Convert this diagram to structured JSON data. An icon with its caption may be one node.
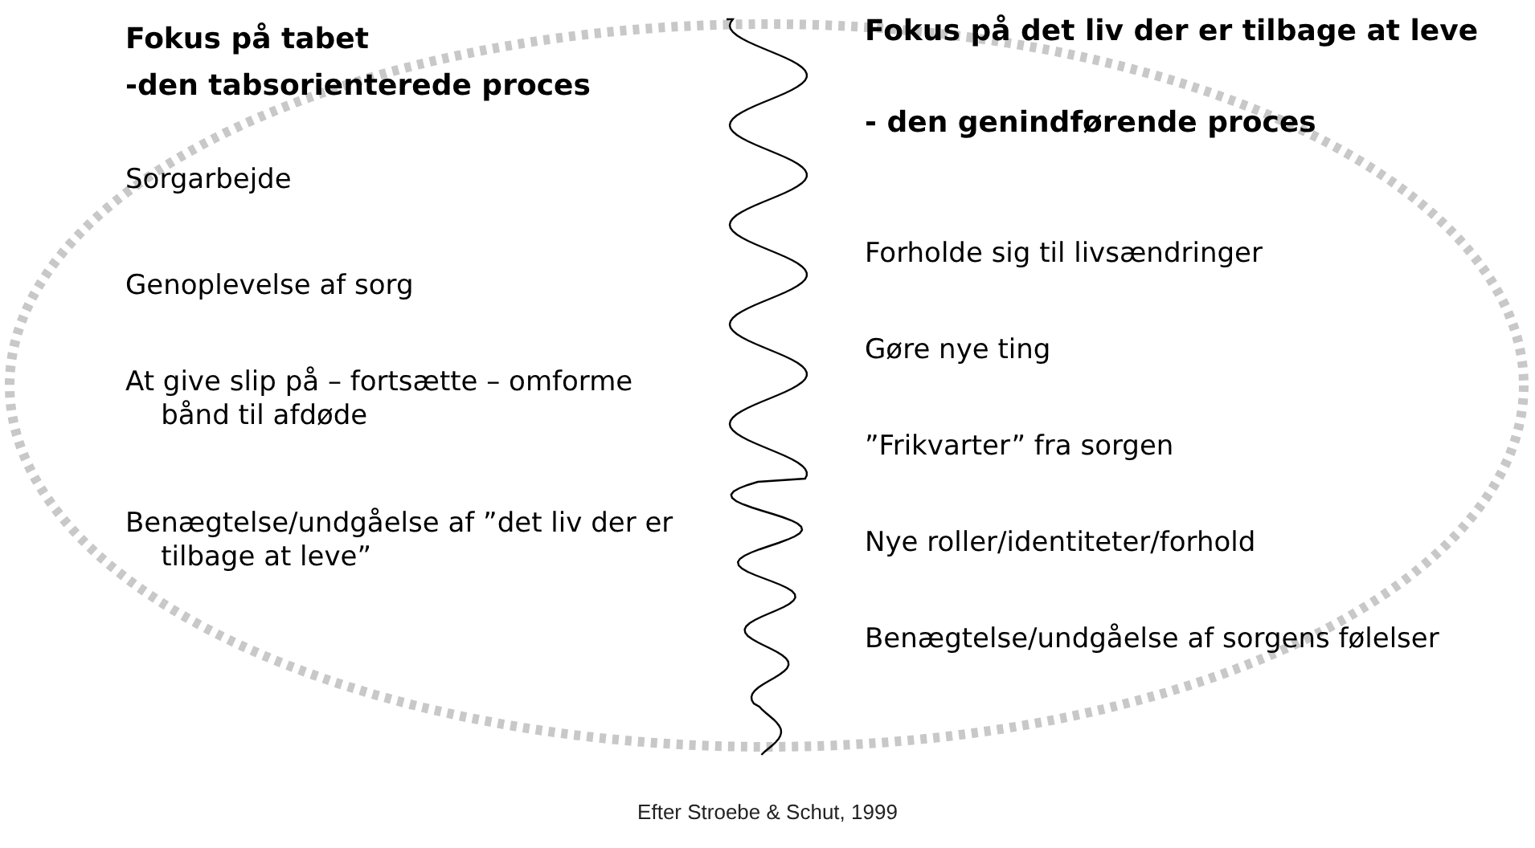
{
  "diagram": {
    "nodes": [
      {
        "text": [
          "Fokus på tabet",
          "-den tabsorienterede proces",
          "Sorgarbejde",
          "Genoplevelse af sorg",
          "At give slip på – fortsætte – omforme bånd til afdøde",
          "Benægtelse/undgåelse af ”det liv der er tilbage at leve”",
          "Fokus på det liv der er tilbage at leve",
          "- den genindførende proces",
          "Forholde sig til livsændringer",
          "Gøre nye ting",
          "”Frikvarter” fra sorgen",
          "Nye roller/identiteter/forhold",
          "Benægtelse/undgåelse af sorgens følelser"
        ]
      }
    ],
    "caption": "Efter Stroebe & Schut, 1999"
  }
}
